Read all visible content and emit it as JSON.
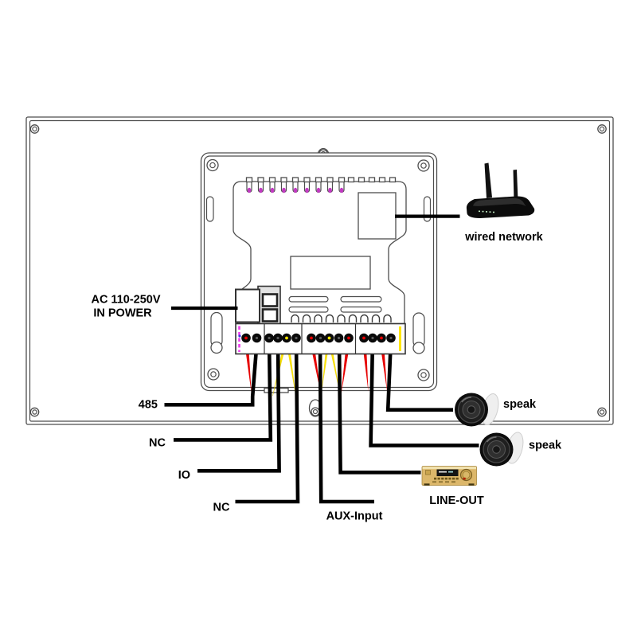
{
  "labels": {
    "power_line1": "AC 110-250V",
    "power_line2": "IN POWER",
    "wired_network": "wired network",
    "rs485": "485",
    "nc_top": "NC",
    "io": "IO",
    "nc_bottom": "NC",
    "aux_input": "AUX-Input",
    "line_out": "LINE-OUT",
    "speaker_top": "speak",
    "speaker_bottom": "speak"
  },
  "colors": {
    "wire_red": "#e60000",
    "wire_yellow": "#ffe600",
    "wire_black": "#000000",
    "pin_tip": "#c23ac2",
    "marker_magenta": "#ee3cee",
    "marker_yellow": "#ffe600",
    "outline": "#4d4d4d",
    "label_text": "#000000"
  },
  "terminal_block": {
    "count": 15,
    "groups": [
      2,
      4,
      5,
      4
    ],
    "wire_sequence": [
      "red",
      "black",
      "black",
      "black",
      "yellow",
      "black",
      "red",
      "black",
      "yellow",
      "black",
      "red",
      "red",
      "black",
      "red",
      "black"
    ]
  },
  "connections": [
    {
      "wire": "black",
      "to": "485"
    },
    {
      "wire": "black",
      "to": "NC"
    },
    {
      "wire": "black",
      "to": "IO"
    },
    {
      "wire": "black",
      "to": "NC"
    },
    {
      "wire": "black",
      "to": "AUX-Input"
    },
    {
      "wire": "black",
      "to": "LINE-OUT"
    },
    {
      "wire": "black",
      "to": "speak"
    },
    {
      "wire": "black",
      "to": "speak"
    },
    {
      "wire": "leader",
      "to": "AC 110-250V IN POWER"
    },
    {
      "wire": "leader",
      "to": "wired network"
    }
  ]
}
